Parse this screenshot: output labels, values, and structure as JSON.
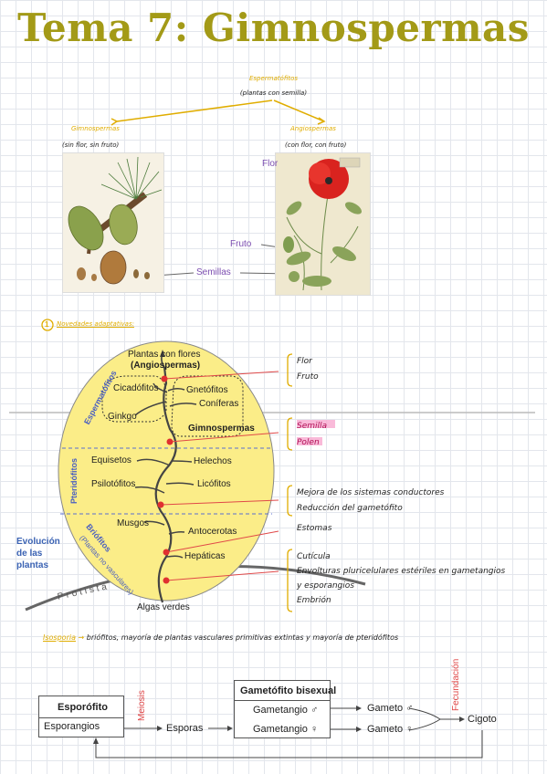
{
  "page": {
    "title": "Tema 7: Gimnospermas"
  },
  "classification": {
    "root": "Espermatófitos",
    "root_sub": "(plantas con semilla)",
    "left": "Gimnospermas",
    "left_sub": "(sin flor, sin fruto)",
    "right": "Angiospermas",
    "right_sub": "(con flor, con fruto)",
    "labels": {
      "flor": "Flor",
      "fruto": "Fruto",
      "semillas": "Semillas"
    }
  },
  "section1": {
    "number": "1",
    "heading": "Novedades adaptativas:"
  },
  "evolution": {
    "side_title_1": "Evolución",
    "side_title_2": "de las",
    "side_title_3": "plantas",
    "protista": "Protista",
    "algas": "Algas verdes",
    "espermatofitos": "Espermatófitos",
    "pteridofitos": "Pteridófitos",
    "briofitos": "Briófitos",
    "briofitos_sub": "(Plantas no vasculares)",
    "plantas_flores": "Plantas con flores",
    "angiospermas": "(Angiospermas)",
    "cicadofitos": "Cicadófitos",
    "gnetofitos": "Gnetófitos",
    "coniferas": "Coníferas",
    "ginkgo": "Ginkgo",
    "gimnospermas": "Gimnospermas",
    "equisetos": "Equisetos",
    "helechos": "Helechos",
    "psilotofitos": "Psilotófitos",
    "licofitos": "Licófitos",
    "musgos": "Musgos",
    "antocerotas": "Antocerotas",
    "hepaticas": "Hepáticas"
  },
  "novedades": {
    "g1": [
      "Flor",
      "Fruto"
    ],
    "g2": [
      "Semilla",
      "Polen"
    ],
    "g3": [
      "Mejora de los sistemas conductores",
      "Reducción del gametófito"
    ],
    "g4": [
      "Estomas"
    ],
    "g5": [
      "Cutícula",
      "Envolturas pluricelulares estériles en gametangios",
      "y esporangios",
      "Embrión"
    ]
  },
  "isosporia": {
    "term": "Isosporia",
    "arrow": "→",
    "text": "briófitos, mayoría de plantas vasculares primitivas extintas y mayoría de pteridófitos"
  },
  "cycle": {
    "esporofito": "Esporófito",
    "esporangios": "Esporangios",
    "meiosis": "Meiosis",
    "esporas": "Esporas",
    "gametofito": "Gametófito bisexual",
    "gametangio_m": "Gametangio ♂",
    "gametangio_f": "Gametangio ♀",
    "gameto_m": "Gameto ♂",
    "gameto_f": "Gameto ♀",
    "fecundacion": "Fecundación",
    "cigoto": "Cigoto"
  }
}
